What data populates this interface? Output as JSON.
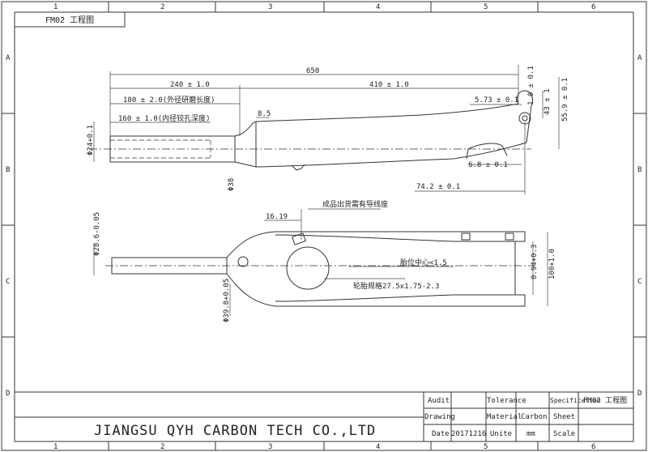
{
  "sheet": {
    "title_tab": "FM02 工程图",
    "col_labels": [
      "1",
      "2",
      "3",
      "4",
      "5",
      "6"
    ],
    "row_labels": [
      "A",
      "B",
      "C",
      "D"
    ]
  },
  "top_view": {
    "dims": {
      "overall": "650",
      "left_len": "240 ± 1.0",
      "right_len": "410 ± 1.0",
      "outer_grind": "180 ± 2.0(外径研磨长度)",
      "inner_ream": "160 ± 1.0(内径铰孔深度)",
      "dim_8_5": "8.5",
      "dim_5_73": "5.73 ± 0.1",
      "dim_1_0": "1.0 ± 0.1",
      "dim_43": "43 ± 1",
      "dim_55_9": "55.9 ± 0.1",
      "dim_6_8": "6.8 ± 0.1",
      "dim_74_2": "74.2 ± 0.1",
      "steerer_dia": "Φ24+0.1",
      "crown_dia": "Φ38"
    }
  },
  "bottom_view": {
    "dims": {
      "note_outlet": "成品出货需有导线座",
      "dim_16_19": "16.19",
      "steerer_dia": "Φ28.6-0.05",
      "crown_dia": "Φ39.8+0.05",
      "tire_center": "胎位中心<1.5",
      "tire_spec": "轮胎规格27.5x1.75-2.3",
      "dim_0_94": "0.94+0.3",
      "dim_100": "100+1.0"
    }
  },
  "title_block": {
    "company": "JIANGSU QYH CARBON TECH CO.,LTD",
    "audit_label": "Audit",
    "drawing_label": "Drawing",
    "date_label": "Date",
    "date_value": "20171216",
    "tolerance_label": "Tolerance",
    "material_label": "Material",
    "material_value": "Carbon",
    "unite_label": "Unite",
    "unite_value": "mm",
    "spec_label": "Specification",
    "spec_value": "FM02 工程图",
    "sheet_label": "Sheet",
    "scale_label": "Scale"
  }
}
